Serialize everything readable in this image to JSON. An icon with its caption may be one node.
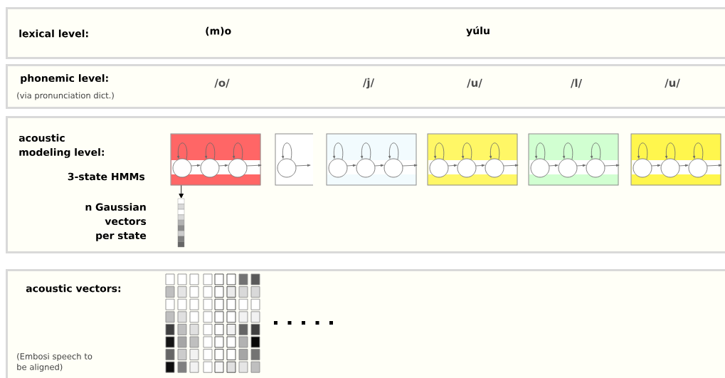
{
  "diagram": {
    "nodes": [
      {
        "text": [
          "lexical level:",
          "(m)o",
          "yúlu"
        ]
      },
      {
        "text": [
          "phonemic level:",
          "(via pronunciation dict.)",
          "/o/",
          "/j/",
          "/u/",
          "/l/",
          "/u/"
        ]
      },
      {
        "text": [
          "acoustic modeling level:",
          "3-state HMMs",
          "n Gaussian vectors per state"
        ]
      },
      {
        "text": [],
        "shape": "box",
        "in": 2
      },
      {
        "text": [],
        "shape": "box",
        "in": 2
      },
      {
        "text": [],
        "shape": "box",
        "in": 2
      },
      {
        "text": [],
        "shape": "box",
        "in": 2
      },
      {
        "text": [],
        "shape": "box",
        "in": 2
      },
      {
        "text": [],
        "shape": "box",
        "in": 2
      },
      {
        "text": [],
        "shape": "bar",
        "in": 2
      },
      {
        "text": [
          "acoustic vectors:",
          "(Embosi speech to be aligned)"
        ]
      }
    ],
    "edges": [
      {
        "from": 3,
        "to": 9,
        "arrow": "to"
      }
    ]
  }
}
